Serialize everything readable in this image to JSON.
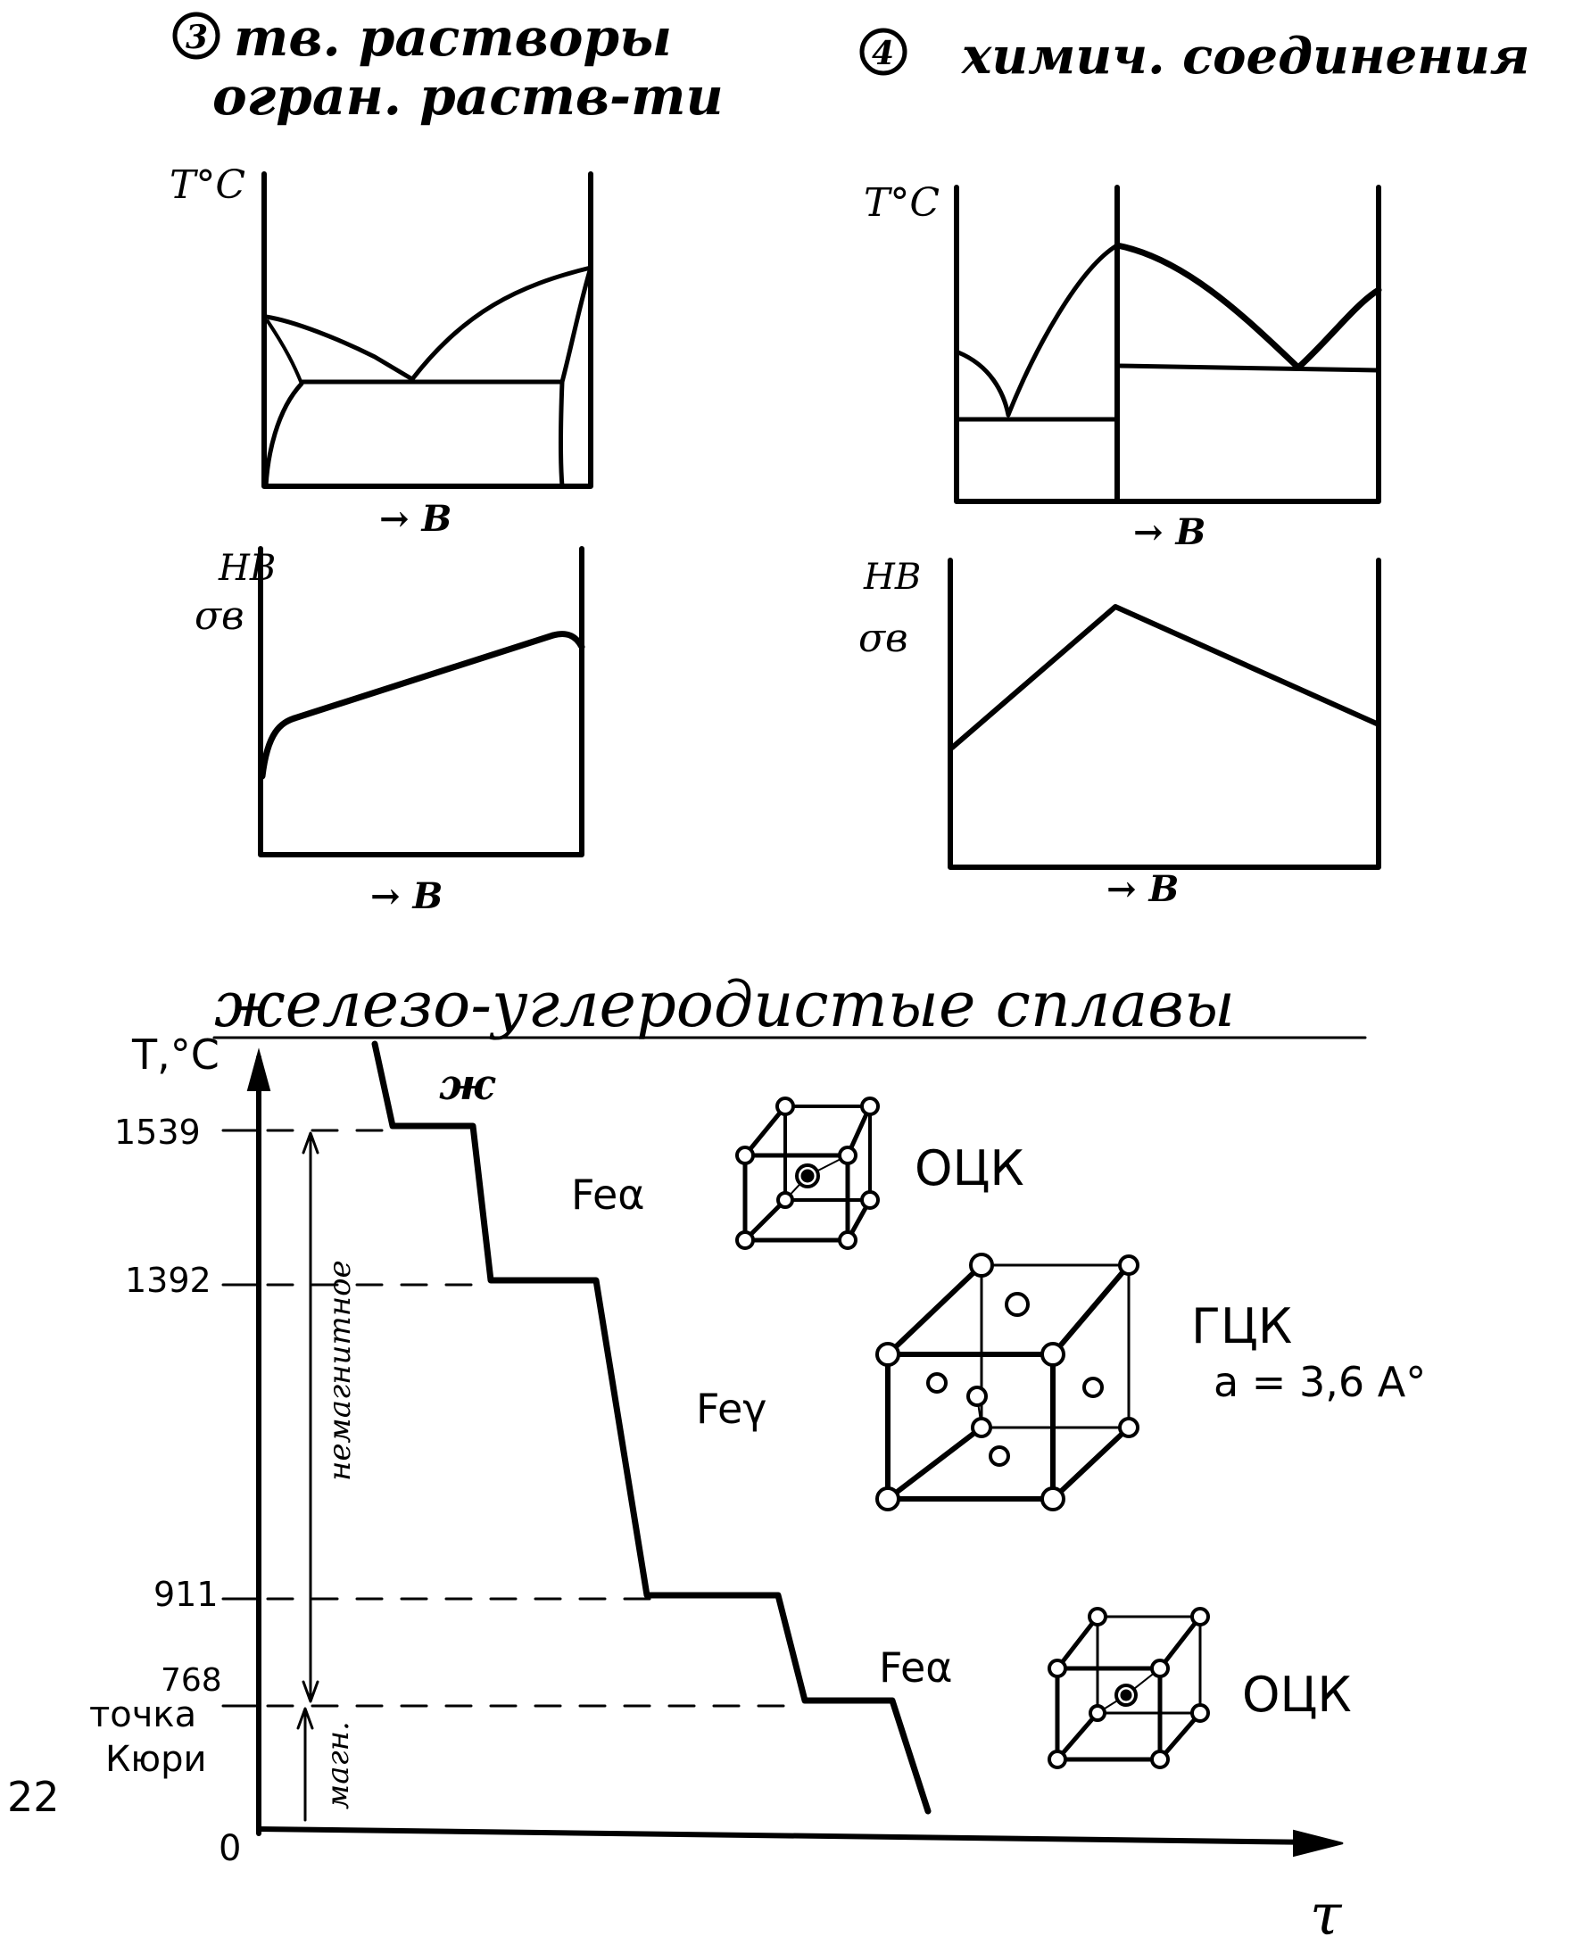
{
  "page_number": "22",
  "section3": {
    "number": "3",
    "title_line1": "тв. растворы",
    "title_line2": "огран. раств-ти",
    "top_y_label": "T°C",
    "top_x_label": "→ B",
    "bottom_y_label_1": "HB",
    "bottom_y_label_2": "σв",
    "bottom_x_label": "→ B"
  },
  "section4": {
    "number": "4",
    "title": "химич. соединения",
    "top_y_label": "T°C",
    "top_x_label": "→ B",
    "bottom_y_label_1": "HB",
    "bottom_y_label_2": "σв",
    "bottom_x_label": "→ B"
  },
  "iron": {
    "title": "железо-углеродистые сплавы",
    "y_label": "T,°C",
    "x_label": "τ",
    "origin_label": "0",
    "liquid_label": "ж",
    "ticks": [
      "1539",
      "1392",
      "911",
      "768"
    ],
    "curie_label_1": "точка",
    "curie_label_2": "Кюри",
    "nonmagnetic_label": "немагнитное",
    "magnetic_label": "магн.",
    "phases": [
      {
        "name": "Feα",
        "lattice": "ОЦК",
        "param": ""
      },
      {
        "name": "Feγ",
        "lattice": "ГЦК",
        "param": "a = 3,6 A°"
      },
      {
        "name": "Feα",
        "lattice": "ОЦК",
        "param": ""
      }
    ],
    "cooling_curve": {
      "plateaus_t": [
        1539,
        1392,
        911,
        768
      ]
    }
  },
  "colors": {
    "ink": "#000000",
    "paper": "#ffffff"
  }
}
